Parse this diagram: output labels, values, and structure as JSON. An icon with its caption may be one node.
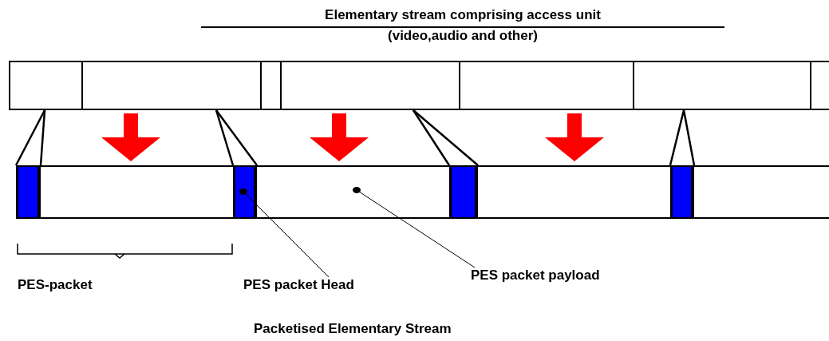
{
  "diagram": {
    "title": "Elementary stream comprising access unit (video,audio and other)",
    "caption": "Packetised Elementary Stream",
    "nodes": [
      {
        "text": [],
        "shape": "box"
      },
      {
        "text": [],
        "shape": "box"
      },
      {
        "text": [],
        "shape": "box"
      },
      {
        "text": [],
        "shape": "box"
      },
      {
        "text": [],
        "shape": "box"
      },
      {
        "text": [],
        "shape": "box"
      },
      {
        "text": [],
        "shape": "box"
      },
      {
        "text": [],
        "shape": "bar"
      },
      {
        "text": [],
        "shape": "box"
      },
      {
        "text": [],
        "shape": "bar"
      },
      {
        "text": [],
        "shape": "box"
      },
      {
        "text": [],
        "shape": "bar"
      },
      {
        "text": [],
        "shape": "box"
      },
      {
        "text": [],
        "shape": "bar"
      },
      {
        "text": [],
        "shape": "box"
      },
      {
        "text": [
          "PES packet Head"
        ]
      },
      {
        "text": [
          "PES packet payload"
        ]
      }
    ],
    "edges": [
      {
        "from": 0,
        "to": 7,
        "arrow": "none"
      },
      {
        "from": 0,
        "to": 7,
        "arrow": "none"
      },
      {
        "from": 1,
        "to": 9,
        "arrow": "none"
      },
      {
        "from": 1,
        "to": 9,
        "arrow": "none"
      },
      {
        "from": 3,
        "to": 11,
        "arrow": "none"
      },
      {
        "from": 3,
        "to": 11,
        "arrow": "none"
      },
      {
        "from": 5,
        "to": 13,
        "arrow": "none"
      },
      {
        "from": 5,
        "to": 13,
        "arrow": "none"
      },
      {
        "from": 15,
        "to": 9,
        "arrow": "other"
      },
      {
        "from": 16,
        "to": 10,
        "arrow": "other"
      },
      {
        "from": 1,
        "to": 8,
        "arrow": "to",
        "style": "thick",
        "color": "#ff0000"
      },
      {
        "from": 3,
        "to": 10,
        "arrow": "to",
        "style": "thick",
        "color": "#ff0000"
      },
      {
        "from": 4,
        "to": 12,
        "arrow": "to",
        "style": "thick",
        "color": "#ff0000"
      }
    ],
    "labels": [
      "PES-packet"
    ]
  }
}
